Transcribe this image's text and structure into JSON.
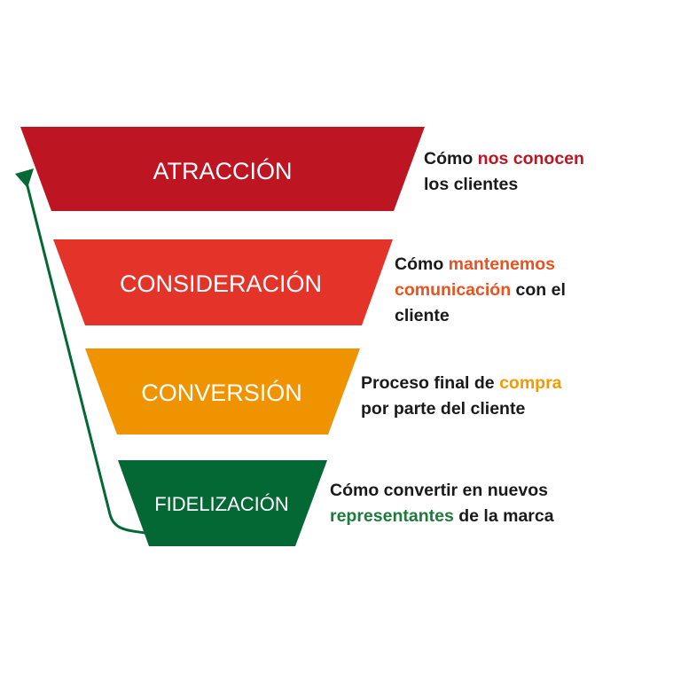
{
  "colors": {
    "atraccion": "#BD1622",
    "consideracion": "#E4342A",
    "conversion": "#F09300",
    "fidelizacion": "#046835",
    "text_dark": "#1a1a1a",
    "hl_red": "#BD1622",
    "hl_orange_red": "#E8531F",
    "hl_orange": "#F39A00",
    "hl_green": "#1D7A3B"
  },
  "stages": [
    {
      "label": "ATRACCIÓN",
      "desc": {
        "a": "Cómo ",
        "b": "nos conocen",
        "c": "",
        "d": "los clientes"
      }
    },
    {
      "label": "CONSIDERACIÓN",
      "desc": {
        "a": "Cómo ",
        "b": "mantenemos",
        "c": "comunicación",
        "d": " con el",
        "e": "cliente"
      }
    },
    {
      "label": "CONVERSIÓN",
      "desc": {
        "a": "Proceso final de ",
        "b": "compra",
        "d": "por parte del cliente"
      }
    },
    {
      "label": "FIDELIZACIÓN",
      "desc": {
        "a": "Cómo convertir en nuevos",
        "b": "representantes",
        "d": " de la marca"
      }
    }
  ]
}
